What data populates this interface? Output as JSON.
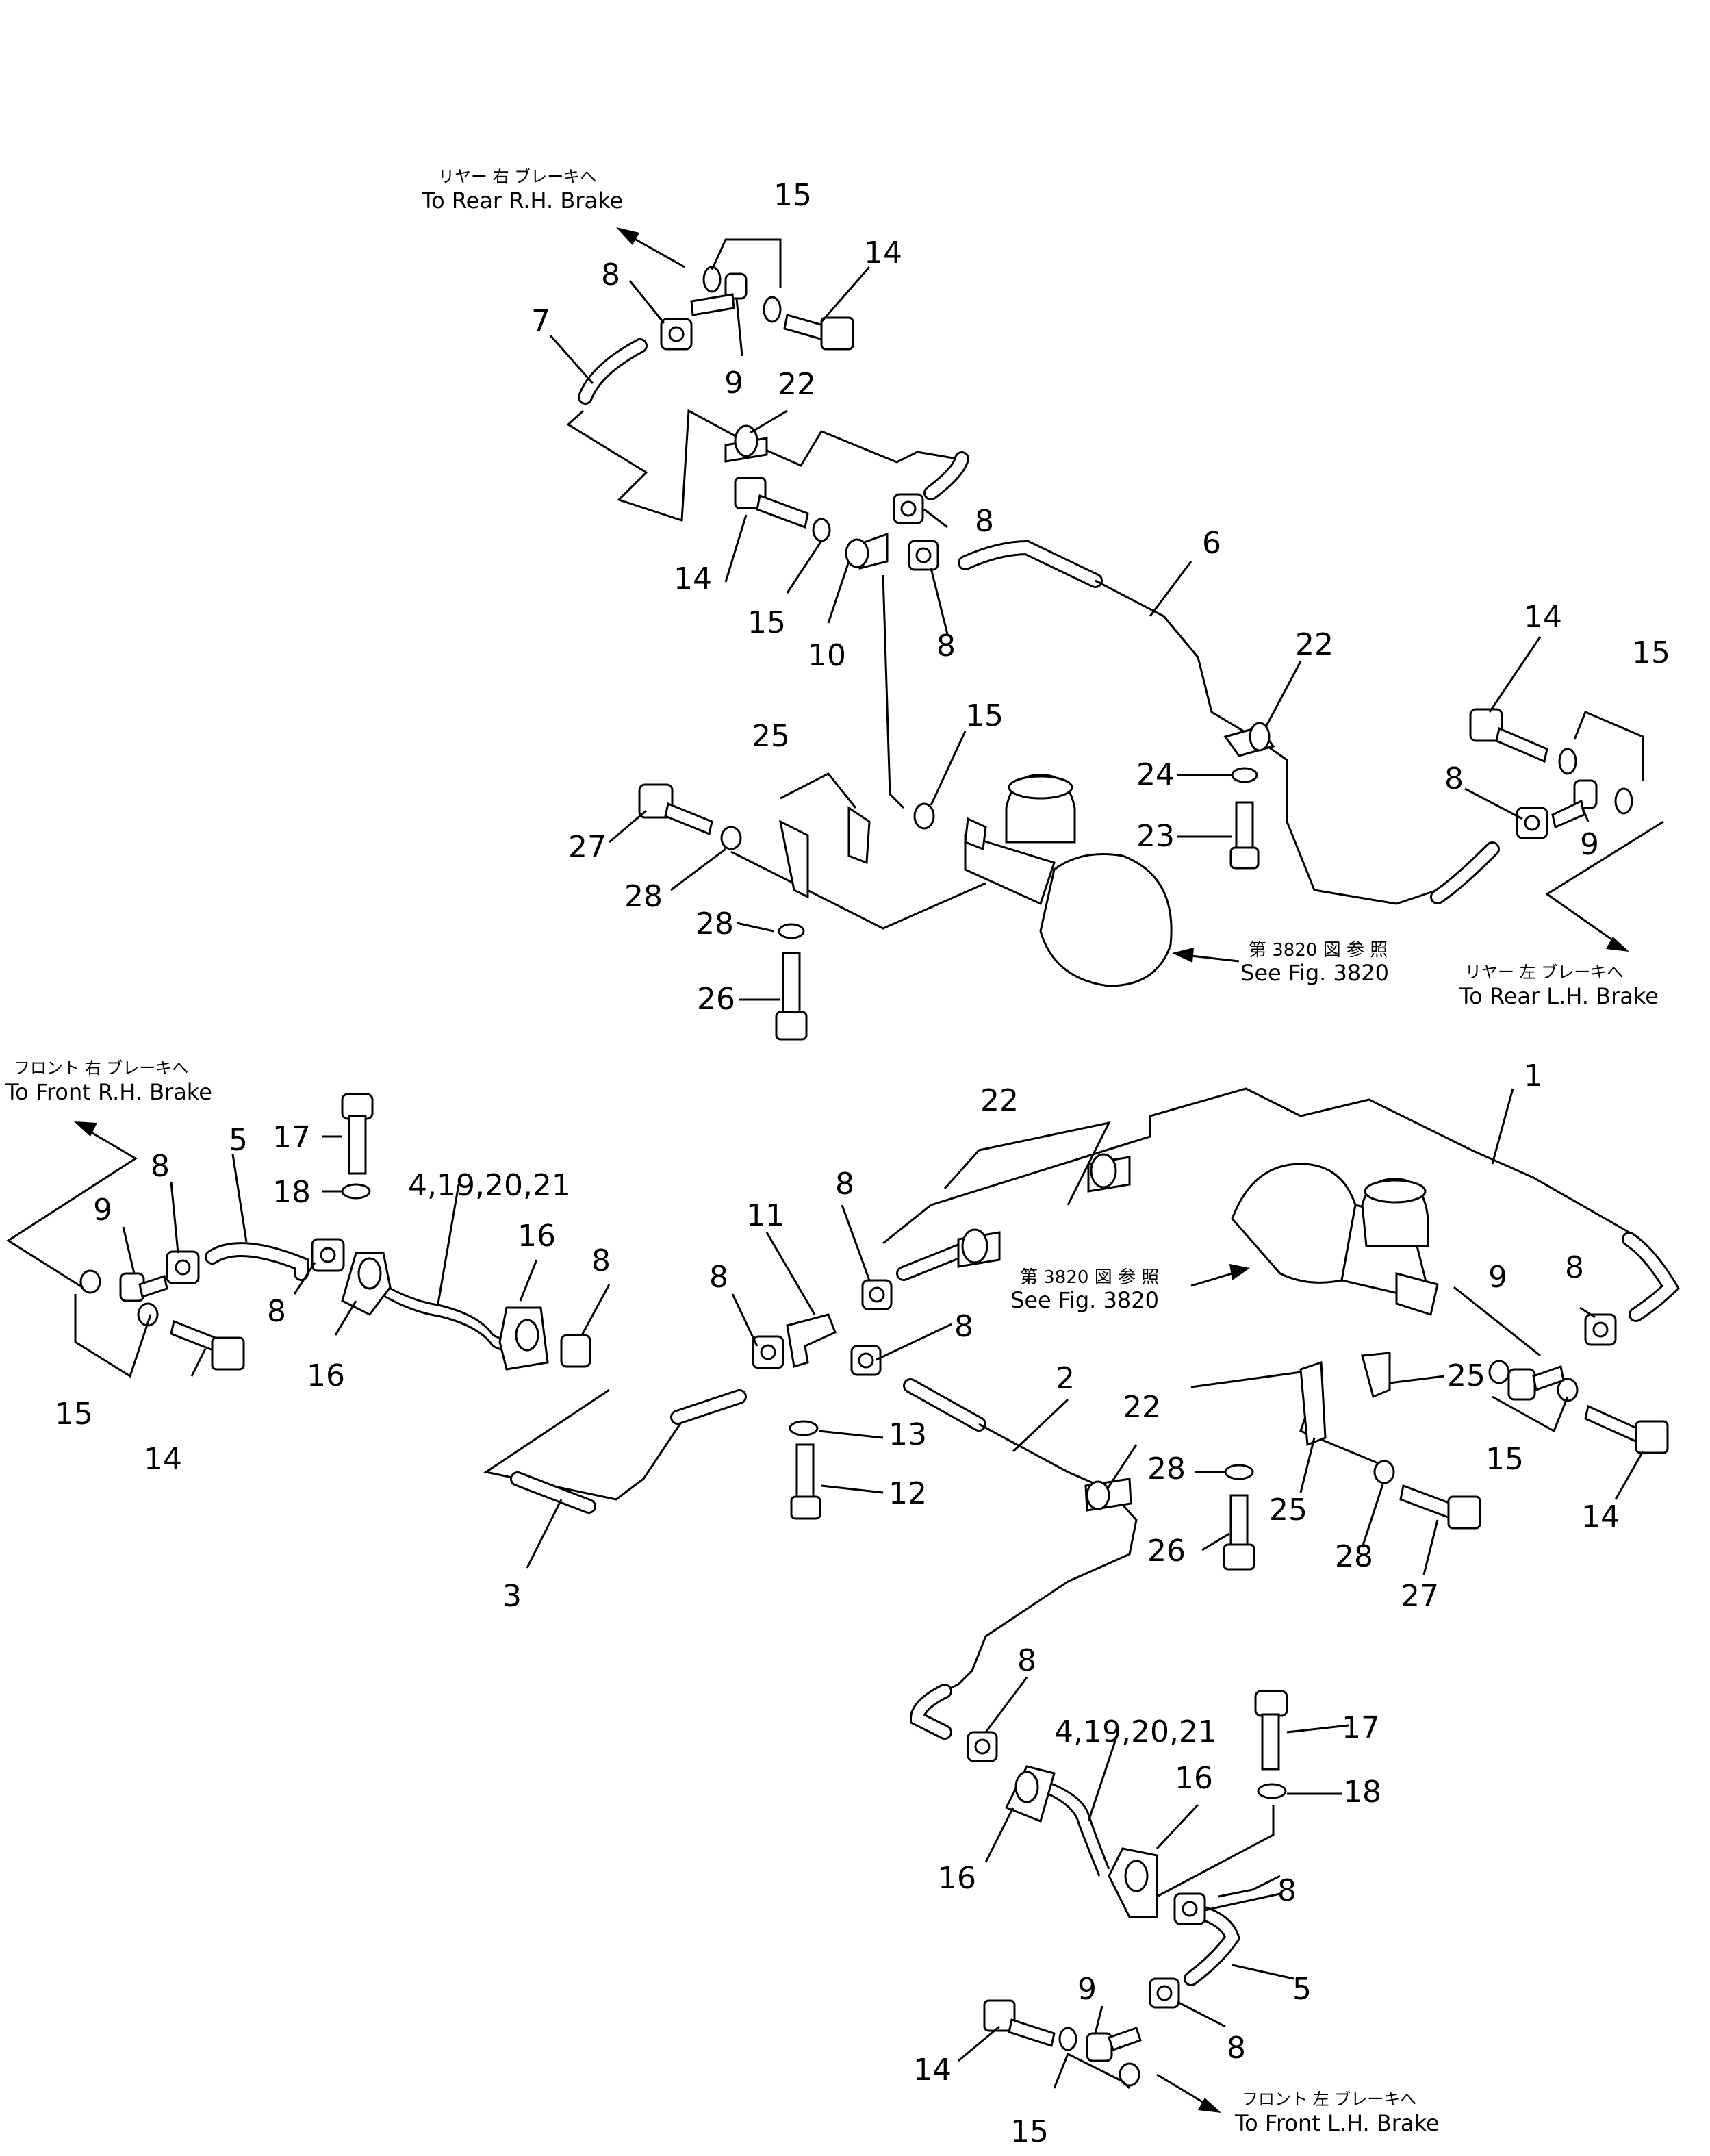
{
  "destinations": {
    "rear_rh": {
      "jp": "リヤー 右 ブレーキへ",
      "en": "To Rear R.H. Brake"
    },
    "rear_lh": {
      "jp": "リヤー 左 ブレーキへ",
      "en": "To Rear L.H. Brake"
    },
    "front_rh": {
      "jp": "フロント 右 ブレーキへ",
      "en": "To Front R.H. Brake"
    },
    "front_lh": {
      "jp": "フロント 左 ブレーキへ",
      "en": "To Front L.H. Brake"
    }
  },
  "references": {
    "upper": {
      "jp": "第 3820 図 参 照",
      "en": "See Fig. 3820"
    },
    "lower": {
      "jp": "第 3820 図 参 照",
      "en": "See Fig. 3820"
    }
  },
  "part_labels": {
    "p1": "1",
    "p2": "2",
    "p3": "3",
    "p4a": "4,19,20,21",
    "p4b": "4,19,20,21",
    "p5a": "5",
    "p5b": "5",
    "p6": "6",
    "p7": "7",
    "p8": "8",
    "p9": "9",
    "p10": "10",
    "p11": "11",
    "p12": "12",
    "p13": "13",
    "p14": "14",
    "p15": "15",
    "p16": "16",
    "p17": "17",
    "p18": "18",
    "p22": "22",
    "p23": "23",
    "p24": "24",
    "p25": "25",
    "p26": "26",
    "p27": "27",
    "p28": "28"
  }
}
